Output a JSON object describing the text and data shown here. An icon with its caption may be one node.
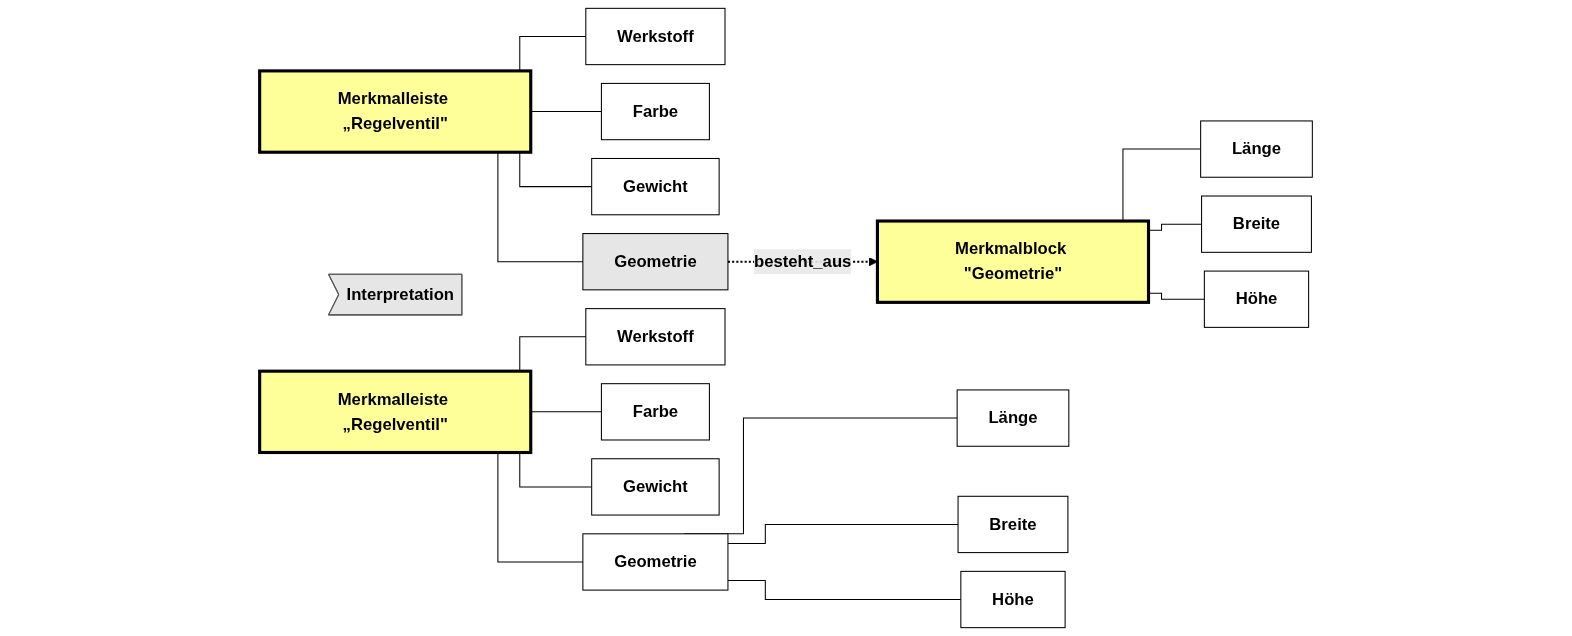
{
  "diagram": {
    "nodes": [
      {
        "text": [
          "Merkmalleiste „Regelventil\""
        ]
      },
      {
        "text": [
          "Werkstoff"
        ]
      },
      {
        "text": [
          "Farbe"
        ]
      },
      {
        "text": [
          "Gewicht"
        ]
      },
      {
        "text": [
          "Geometrie"
        ]
      },
      {
        "text": [
          "Merkmalblock \"Geometrie\""
        ]
      },
      {
        "text": [
          "Länge"
        ]
      },
      {
        "text": [
          "Breite"
        ]
      },
      {
        "text": [
          "Höhe"
        ]
      },
      {
        "text": [
          "Interpretation"
        ]
      },
      {
        "text": [
          "Merkmalleiste „Regelventil\""
        ]
      },
      {
        "text": [
          "Werkstoff"
        ]
      },
      {
        "text": [
          "Farbe"
        ]
      },
      {
        "text": [
          "Gewicht"
        ]
      },
      {
        "text": [
          "Geometrie"
        ]
      },
      {
        "text": [
          "Länge"
        ]
      },
      {
        "text": [
          "Breite"
        ]
      },
      {
        "text": [
          "Höhe"
        ]
      }
    ],
    "edges": [
      {
        "from": 0,
        "to": 1,
        "arrow": "none"
      },
      {
        "from": 0,
        "to": 2,
        "arrow": "none"
      },
      {
        "from": 0,
        "to": 3,
        "arrow": "none"
      },
      {
        "from": 0,
        "to": 4,
        "arrow": "none"
      },
      {
        "from": 4,
        "to": 5,
        "arrow": "to",
        "label": "besteht_aus",
        "style": "dashed"
      },
      {
        "from": 5,
        "to": 6,
        "arrow": "none"
      },
      {
        "from": 5,
        "to": 7,
        "arrow": "none"
      },
      {
        "from": 5,
        "to": 8,
        "arrow": "none"
      },
      {
        "from": 10,
        "to": 11,
        "arrow": "none"
      },
      {
        "from": 10,
        "to": 12,
        "arrow": "none"
      },
      {
        "from": 10,
        "to": 13,
        "arrow": "none"
      },
      {
        "from": 10,
        "to": 14,
        "arrow": "none"
      },
      {
        "from": 14,
        "to": 15,
        "arrow": "none"
      },
      {
        "from": 14,
        "to": 16,
        "arrow": "none"
      },
      {
        "from": 14,
        "to": 17,
        "arrow": "none"
      }
    ]
  }
}
